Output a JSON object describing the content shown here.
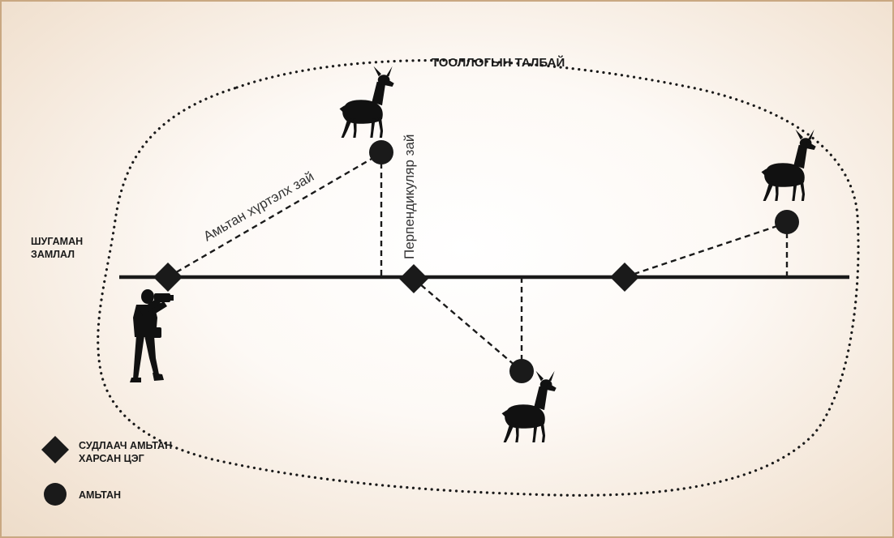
{
  "labels": {
    "area": "ТООЛЛОГЫН ТАЛБАЙ",
    "transect_line1": "ШУГАМАН",
    "transect_line2": "ЗАМЛАЛ",
    "distance_to_animal": "Амьтан хүртэлх зай",
    "perpendicular_distance": "Перпендикуляр зай"
  },
  "legend": {
    "observer_point_line1": "СУДЛААЧ АМЬТАН",
    "observer_point_line2": "ХАРСАН ЦЭГ",
    "animal": "АМЬТАН"
  },
  "icons": {
    "observer": "photographer-icon",
    "animal": "deer-icon",
    "observer_point": "diamond-marker-icon",
    "animal_point": "circle-marker-icon"
  },
  "colors": {
    "ink": "#1a1a1a",
    "border": "#c9a882",
    "background_edge": "#eddcc9"
  }
}
